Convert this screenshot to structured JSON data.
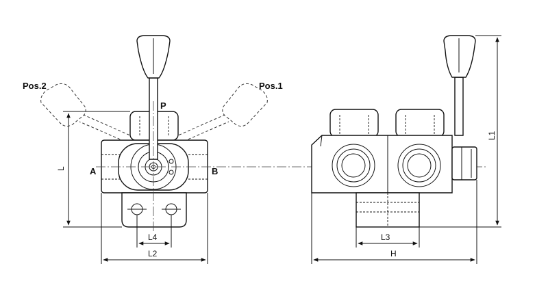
{
  "diagram": {
    "labels": {
      "pos2": "Pos.2",
      "pos1": "Pos.1",
      "port_p": "P",
      "port_a": "A",
      "port_b": "B"
    },
    "dimensions": {
      "l": "L",
      "l1": "L1",
      "l2": "L2",
      "l3": "L3",
      "l4": "L4",
      "h": "H"
    }
  }
}
